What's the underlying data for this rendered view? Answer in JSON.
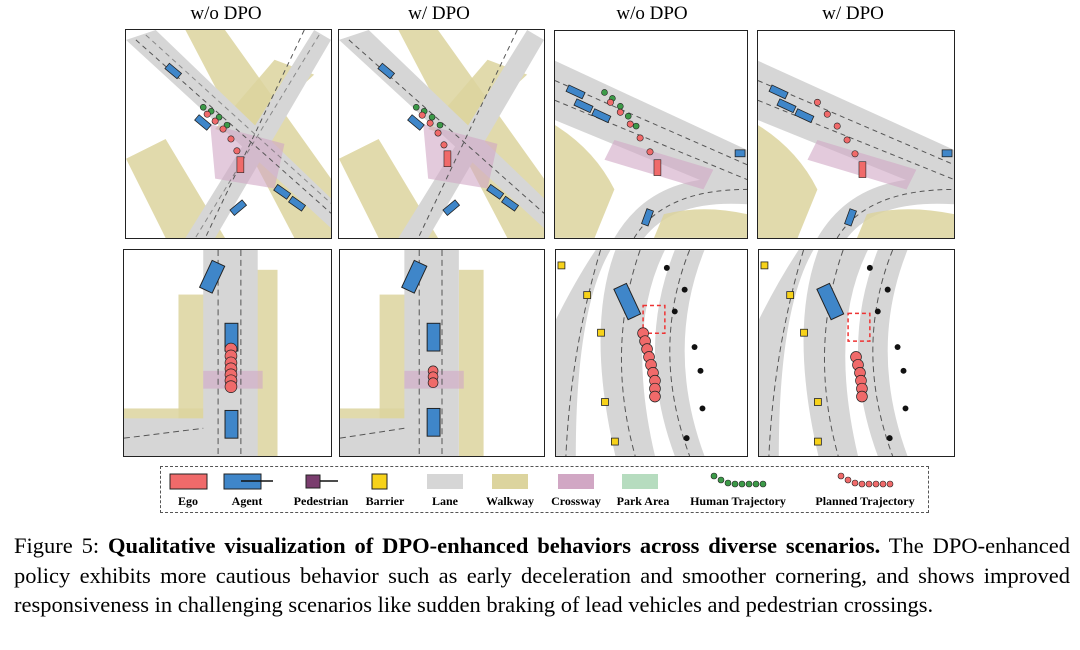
{
  "columns": [
    "w/o DPO",
    "w/ DPO",
    "w/o DPO",
    "w/ DPO"
  ],
  "legend": [
    {
      "label": "Ego",
      "icon": "ego-icon",
      "color": "#f06a6a"
    },
    {
      "label": "Agent",
      "icon": "agent-icon",
      "color": "#3f86c9"
    },
    {
      "label": "Pedestrian",
      "icon": "pedestrian-icon",
      "color": "#7a3d6e"
    },
    {
      "label": "Barrier",
      "icon": "barrier-icon",
      "color": "#f7d21a"
    },
    {
      "label": "Lane",
      "icon": "lane-swatch",
      "color": "#d6d6d6"
    },
    {
      "label": "Walkway",
      "icon": "walkway-swatch",
      "color": "#dcd49e"
    },
    {
      "label": "Crossway",
      "icon": "crossway-swatch",
      "color": "#d1a7c4"
    },
    {
      "label": "Park Area",
      "icon": "parkarea-swatch",
      "color": "#b6dcbf"
    },
    {
      "label": "Human Trajectory",
      "icon": "human-trajectory-icon",
      "color": "#3c9a48"
    },
    {
      "label": "Planned Trajectory",
      "icon": "planned-trajectory-icon",
      "color": "#e06060"
    }
  ],
  "caption": {
    "label": "Figure 5:",
    "title": "Qualitative visualization of DPO-enhanced behaviors across diverse scenarios.",
    "body": "The DPO-enhanced policy exhibits more cautious behavior such as early deceleration and smoother cornering, and shows improved responsiveness in challenging scenarios like sudden braking of lead vehicles and pedestrian crossings."
  }
}
